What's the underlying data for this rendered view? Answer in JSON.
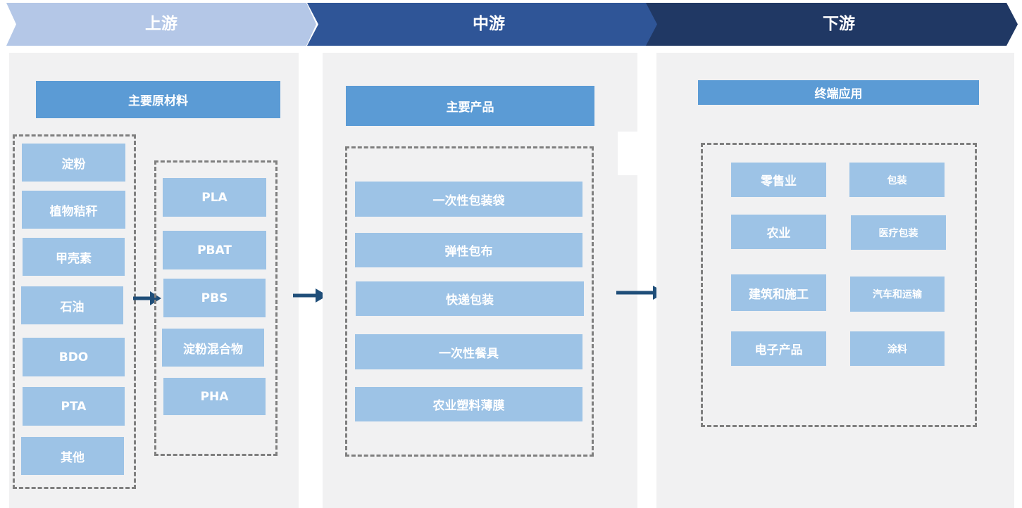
{
  "colors": {
    "stage_upstream": "#b4c7e7",
    "stage_midstream": "#2f5597",
    "stage_downstream": "#203864",
    "panel_bg": "#f1f1f2",
    "header_bg": "#5b9bd5",
    "item_bg": "#9dc3e6",
    "arrow": "#1f4e79",
    "dash": "#7f7f7f"
  },
  "stages": {
    "upstream": "上游",
    "midstream": "中游",
    "downstream": "下游"
  },
  "upstream": {
    "header": "主要原材料",
    "raw_materials": [
      "淀粉",
      "植物秸秆",
      "甲壳素",
      "石油",
      "BDO",
      "PTA",
      "其他"
    ],
    "polymers": [
      "PLA",
      "PBAT",
      "PBS",
      "淀粉混合物",
      "PHA"
    ]
  },
  "midstream": {
    "header": "主要产品",
    "products": [
      "一次性包装袋",
      "弹性包布",
      "快递包装",
      "一次性餐具",
      "农业塑料薄膜"
    ]
  },
  "downstream": {
    "header": "终端应用",
    "applications_left": [
      "零售业",
      "农业",
      "建筑和施工",
      "电子产品"
    ],
    "applications_right": [
      "包装",
      "医疗包装",
      "汽车和运输",
      "涂料"
    ]
  }
}
